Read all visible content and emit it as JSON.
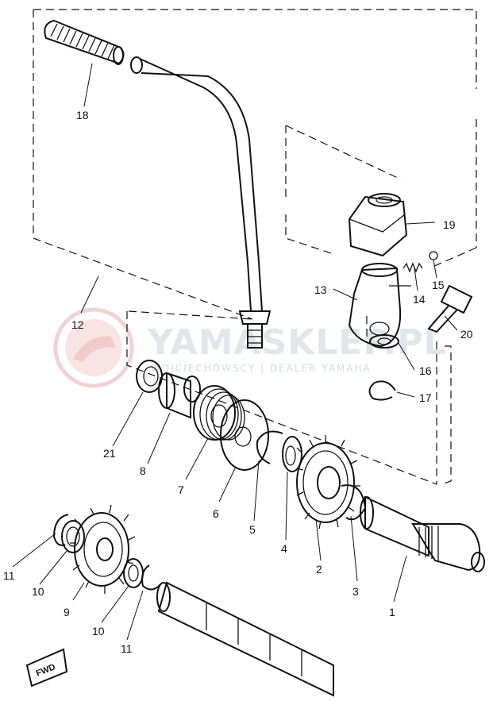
{
  "watermark": {
    "brand": "YAMASKLEP.PL",
    "subtitle": "WOJCIECHOWSCY | DEALER YAMAHA"
  },
  "fwd_marker": "FWD",
  "callouts": [
    {
      "id": "c18",
      "text": "18"
    },
    {
      "id": "c19",
      "text": "19"
    },
    {
      "id": "c13",
      "text": "13"
    },
    {
      "id": "c14",
      "text": "14"
    },
    {
      "id": "c15",
      "text": "15"
    },
    {
      "id": "c20",
      "text": "20"
    },
    {
      "id": "c12",
      "text": "12"
    },
    {
      "id": "c16",
      "text": "16"
    },
    {
      "id": "c17",
      "text": "17"
    },
    {
      "id": "c21",
      "text": "21"
    },
    {
      "id": "c8",
      "text": "8"
    },
    {
      "id": "c7",
      "text": "7"
    },
    {
      "id": "c6",
      "text": "6"
    },
    {
      "id": "c5",
      "text": "5"
    },
    {
      "id": "c4",
      "text": "4"
    },
    {
      "id": "c2",
      "text": "2"
    },
    {
      "id": "c3",
      "text": "3"
    },
    {
      "id": "c1",
      "text": "1"
    },
    {
      "id": "c11a",
      "text": "11"
    },
    {
      "id": "c10a",
      "text": "10"
    },
    {
      "id": "c9",
      "text": "9"
    },
    {
      "id": "c10b",
      "text": "10"
    },
    {
      "id": "c11b",
      "text": "11"
    }
  ]
}
